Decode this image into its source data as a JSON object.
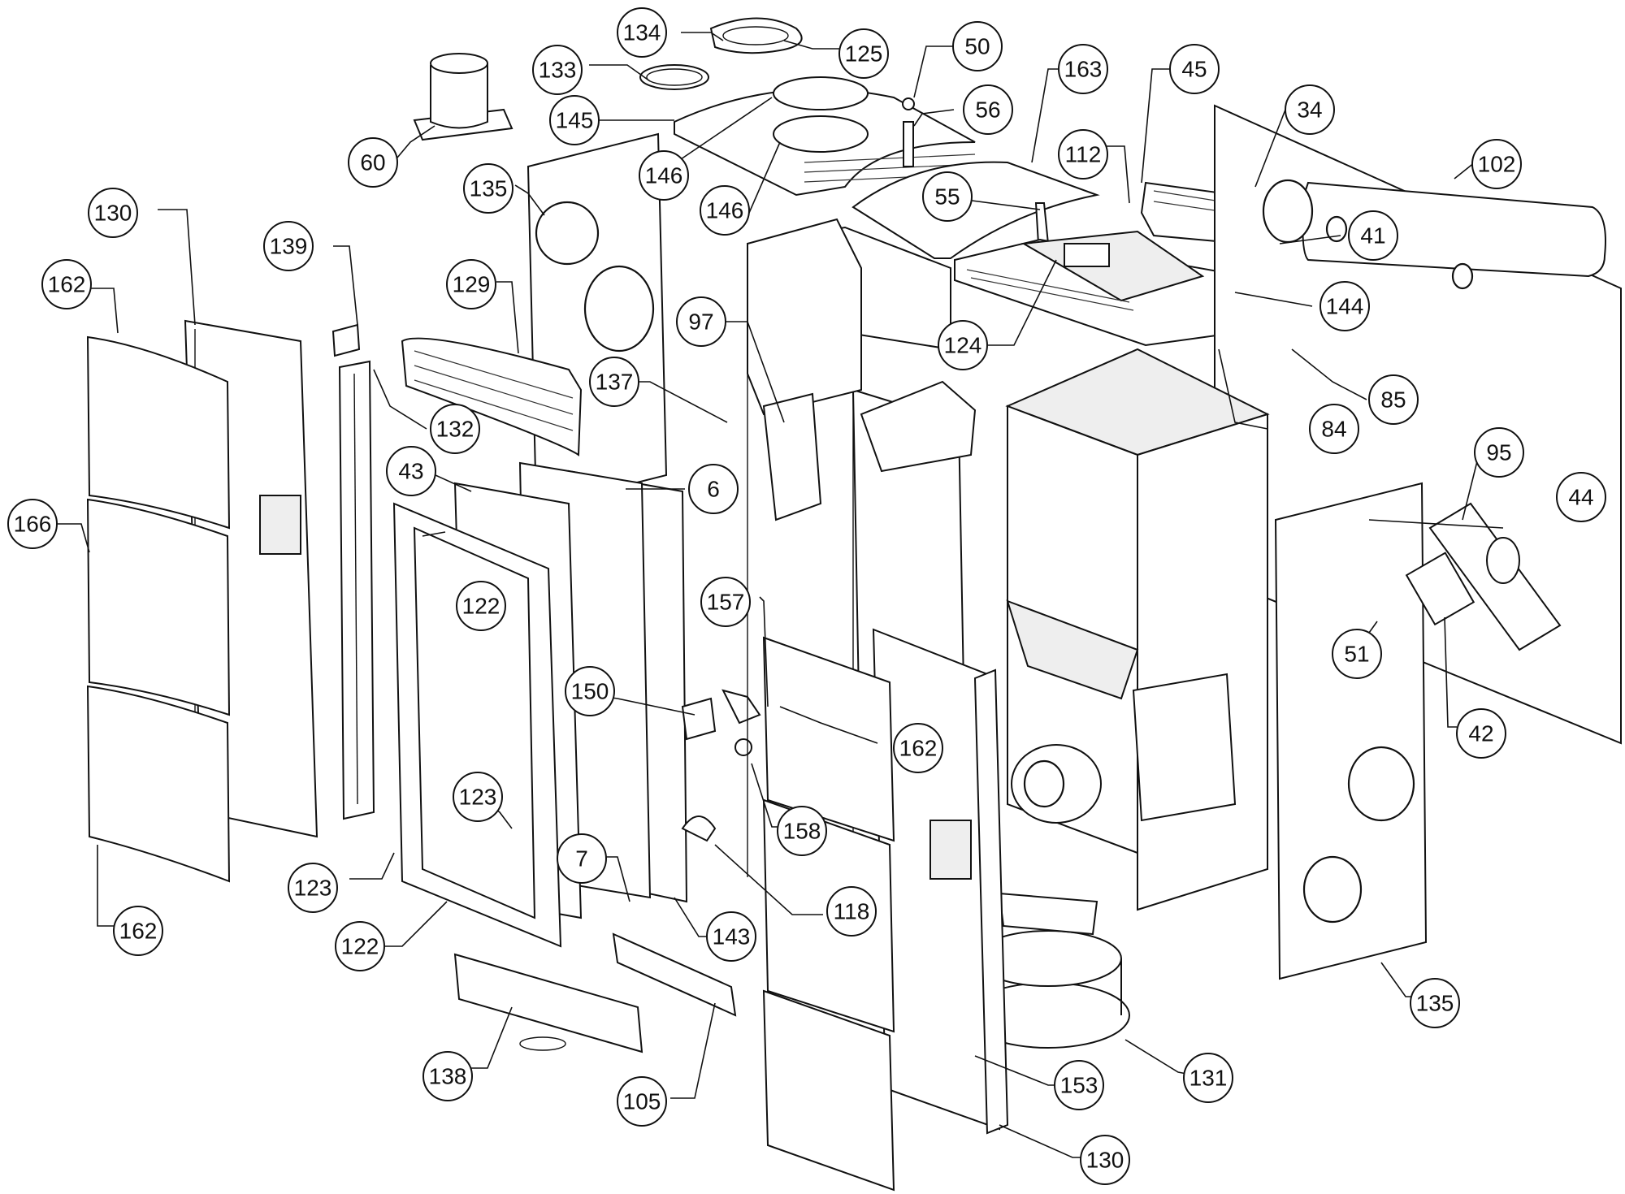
{
  "callouts": [
    {
      "id": "c134",
      "text": "134"
    },
    {
      "id": "c125",
      "text": "125"
    },
    {
      "id": "c50",
      "text": "50"
    },
    {
      "id": "c163",
      "text": "163"
    },
    {
      "id": "c45",
      "text": "45"
    },
    {
      "id": "c34",
      "text": "34"
    },
    {
      "id": "c133",
      "text": "133"
    },
    {
      "id": "c56",
      "text": "56"
    },
    {
      "id": "c145",
      "text": "145"
    },
    {
      "id": "c60",
      "text": "60"
    },
    {
      "id": "c112",
      "text": "112"
    },
    {
      "id": "c102",
      "text": "102"
    },
    {
      "id": "c135a",
      "text": "135"
    },
    {
      "id": "c146a",
      "text": "146"
    },
    {
      "id": "c55",
      "text": "55"
    },
    {
      "id": "c130a",
      "text": "130"
    },
    {
      "id": "c146b",
      "text": "146"
    },
    {
      "id": "c41",
      "text": "41"
    },
    {
      "id": "c139",
      "text": "139"
    },
    {
      "id": "c162a",
      "text": "162"
    },
    {
      "id": "c129",
      "text": "129"
    },
    {
      "id": "c144",
      "text": "144"
    },
    {
      "id": "c97",
      "text": "97"
    },
    {
      "id": "c124",
      "text": "124"
    },
    {
      "id": "c137",
      "text": "137"
    },
    {
      "id": "c85",
      "text": "85"
    },
    {
      "id": "c132",
      "text": "132"
    },
    {
      "id": "c84",
      "text": "84"
    },
    {
      "id": "c43",
      "text": "43"
    },
    {
      "id": "c6",
      "text": "6"
    },
    {
      "id": "c95",
      "text": "95"
    },
    {
      "id": "c166",
      "text": "166"
    },
    {
      "id": "c44",
      "text": "44"
    },
    {
      "id": "c122a",
      "text": "122"
    },
    {
      "id": "c157",
      "text": "157"
    },
    {
      "id": "c51",
      "text": "51"
    },
    {
      "id": "c150",
      "text": "150"
    },
    {
      "id": "c162b",
      "text": "162"
    },
    {
      "id": "c42",
      "text": "42"
    },
    {
      "id": "c123a",
      "text": "123"
    },
    {
      "id": "c158",
      "text": "158"
    },
    {
      "id": "c7",
      "text": "7"
    },
    {
      "id": "c123b",
      "text": "123"
    },
    {
      "id": "c118",
      "text": "118"
    },
    {
      "id": "c162c",
      "text": "162"
    },
    {
      "id": "c143",
      "text": "143"
    },
    {
      "id": "c122b",
      "text": "122"
    },
    {
      "id": "c135b",
      "text": "135"
    },
    {
      "id": "c138",
      "text": "138"
    },
    {
      "id": "c131",
      "text": "131"
    },
    {
      "id": "c153",
      "text": "153"
    },
    {
      "id": "c105",
      "text": "105"
    },
    {
      "id": "c130b",
      "text": "130"
    }
  ]
}
